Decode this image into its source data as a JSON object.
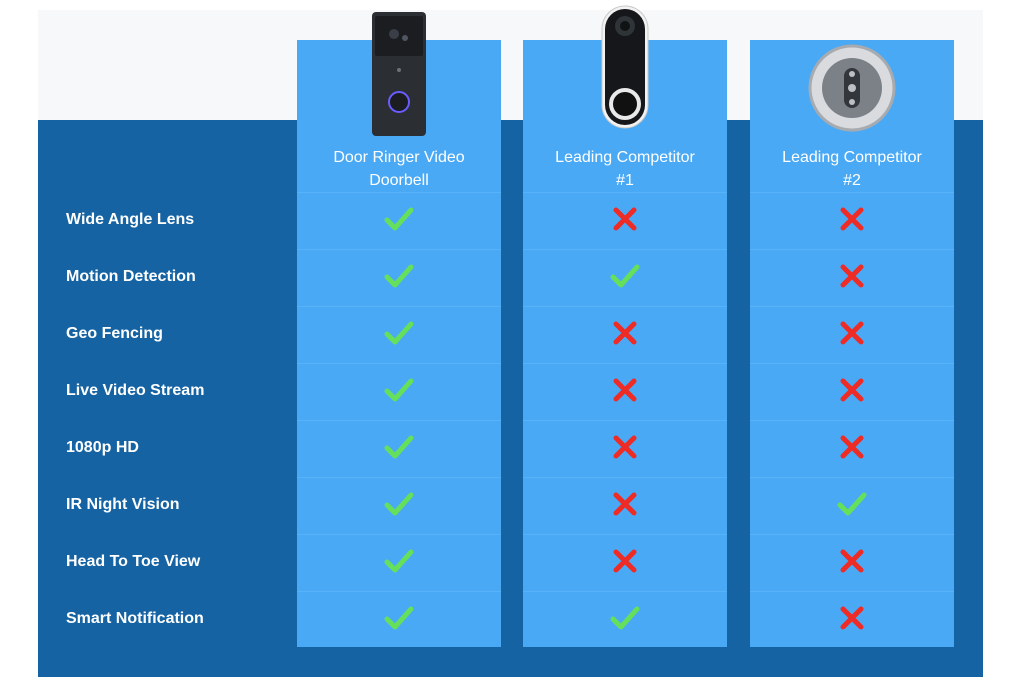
{
  "products": [
    {
      "name": "Door Ringer Video\nDoorbell",
      "icon": "video-doorbell-device-icon"
    },
    {
      "name": "Leading Competitor\n#1",
      "icon": "oval-doorbell-device-icon"
    },
    {
      "name": "Leading Competitor\n#2",
      "icon": "round-doorbell-device-icon"
    }
  ],
  "features": [
    "Wide Angle Lens",
    "Motion Detection",
    "Geo Fencing",
    "Live Video Stream",
    "1080p HD",
    "IR Night Vision",
    "Head To Toe View",
    "Smart Notification"
  ],
  "availability": [
    [
      true,
      false,
      false
    ],
    [
      true,
      true,
      false
    ],
    [
      true,
      false,
      false
    ],
    [
      true,
      false,
      false
    ],
    [
      true,
      false,
      false
    ],
    [
      true,
      false,
      true
    ],
    [
      true,
      false,
      false
    ],
    [
      true,
      true,
      false
    ]
  ],
  "colors": {
    "panel": "#1563a3",
    "column": "#4aa9f5",
    "check": "#66e05a",
    "cross": "#ee2b24"
  }
}
